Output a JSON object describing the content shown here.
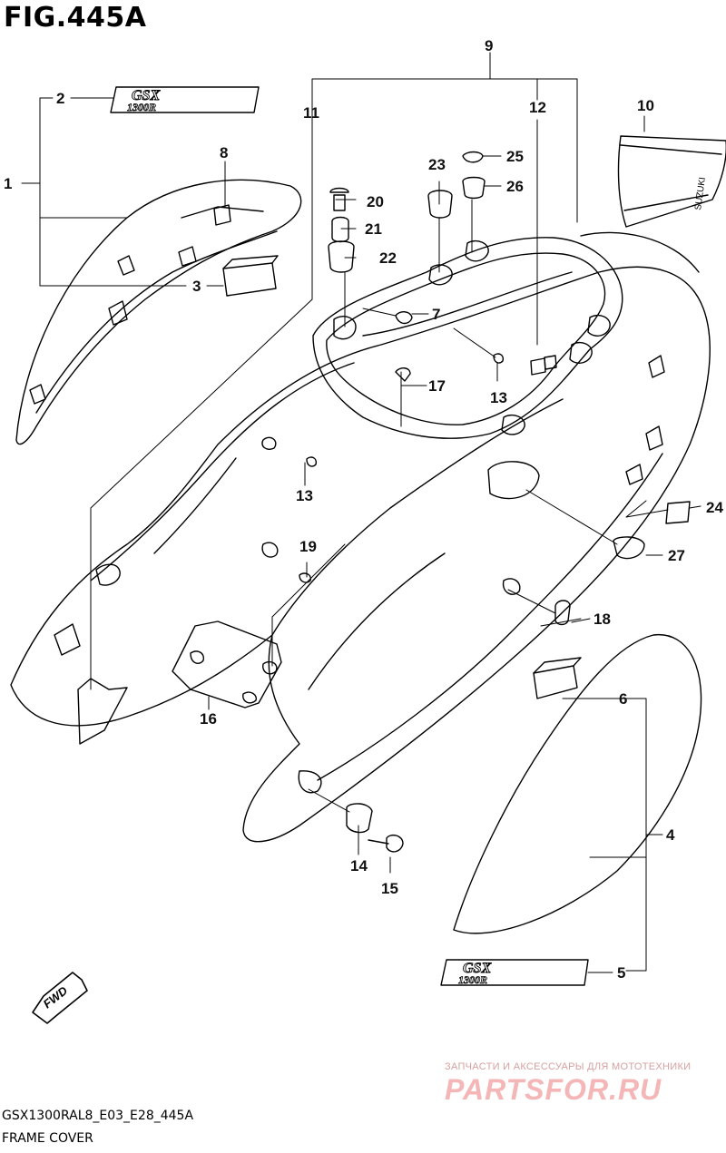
{
  "figure": {
    "title": "FIG.445A",
    "model_code": "GSX1300RAL8_E03_E28_445A",
    "caption": "FRAME COVER"
  },
  "direction_label": "FWD",
  "emblem_text": {
    "line1": "GSX",
    "line2": "1300R"
  },
  "tail_badge_text": "SUZUKI",
  "watermark": {
    "line1": "ЗАПЧАСТИ И АКСЕССУАРЫ ДЛЯ МОТОТЕХНИКИ",
    "line2": "PARTSFOR.RU"
  },
  "callouts": [
    "1",
    "2",
    "3",
    "4",
    "5",
    "6",
    "7",
    "8",
    "9",
    "10",
    "11",
    "12",
    "13",
    "13",
    "14",
    "15",
    "16",
    "17",
    "18",
    "19",
    "20",
    "21",
    "22",
    "23",
    "24",
    "25",
    "26",
    "27"
  ]
}
